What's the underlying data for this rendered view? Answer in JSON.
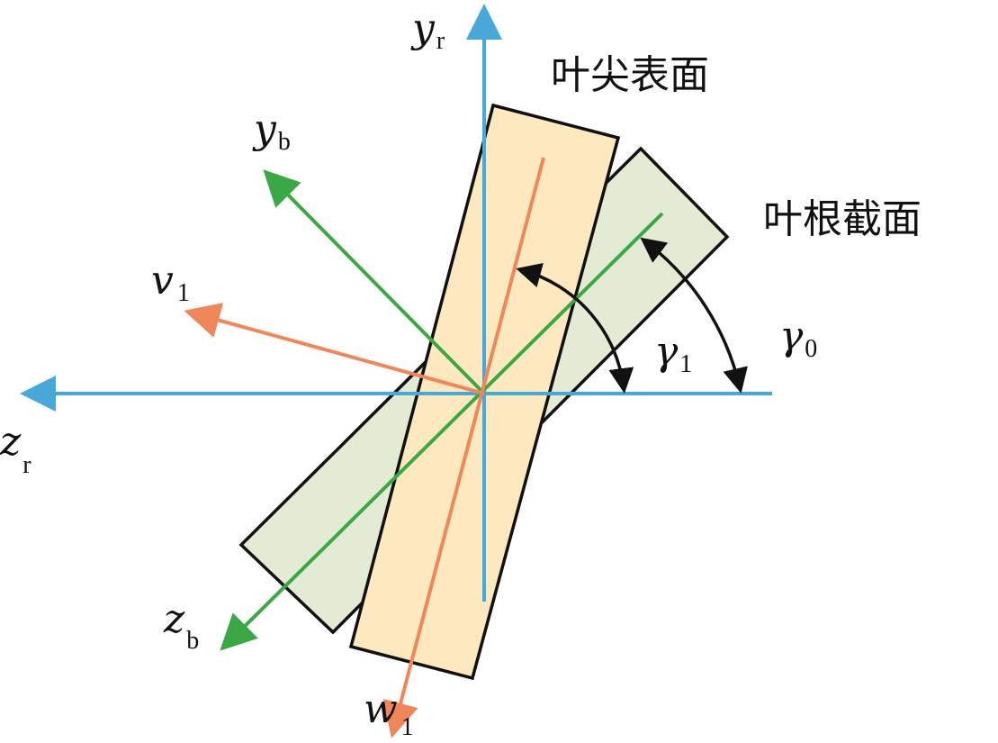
{
  "title_tip": "叶尖表面",
  "title_root": "叶根截面",
  "axes": {
    "yr": {
      "main": "y",
      "sub": "r"
    },
    "zr": {
      "main": "z",
      "sub": "r"
    },
    "yb": {
      "main": "y",
      "sub": "b"
    },
    "zb": {
      "main": "z",
      "sub": "b"
    },
    "v1": {
      "main": "v",
      "sub": "1"
    },
    "w1": {
      "main": "w",
      "sub": "1"
    }
  },
  "angles": {
    "gamma0": {
      "main": "γ",
      "sub": "0"
    },
    "gamma1": {
      "main": "γ",
      "sub": "1"
    }
  },
  "colors": {
    "reference_axes": "#4aa8d8",
    "blade_axes": "#3aa845",
    "tip_axes": "#f0875a",
    "tip_fill": "#fde8c0",
    "root_fill": "#e3ebd4"
  }
}
